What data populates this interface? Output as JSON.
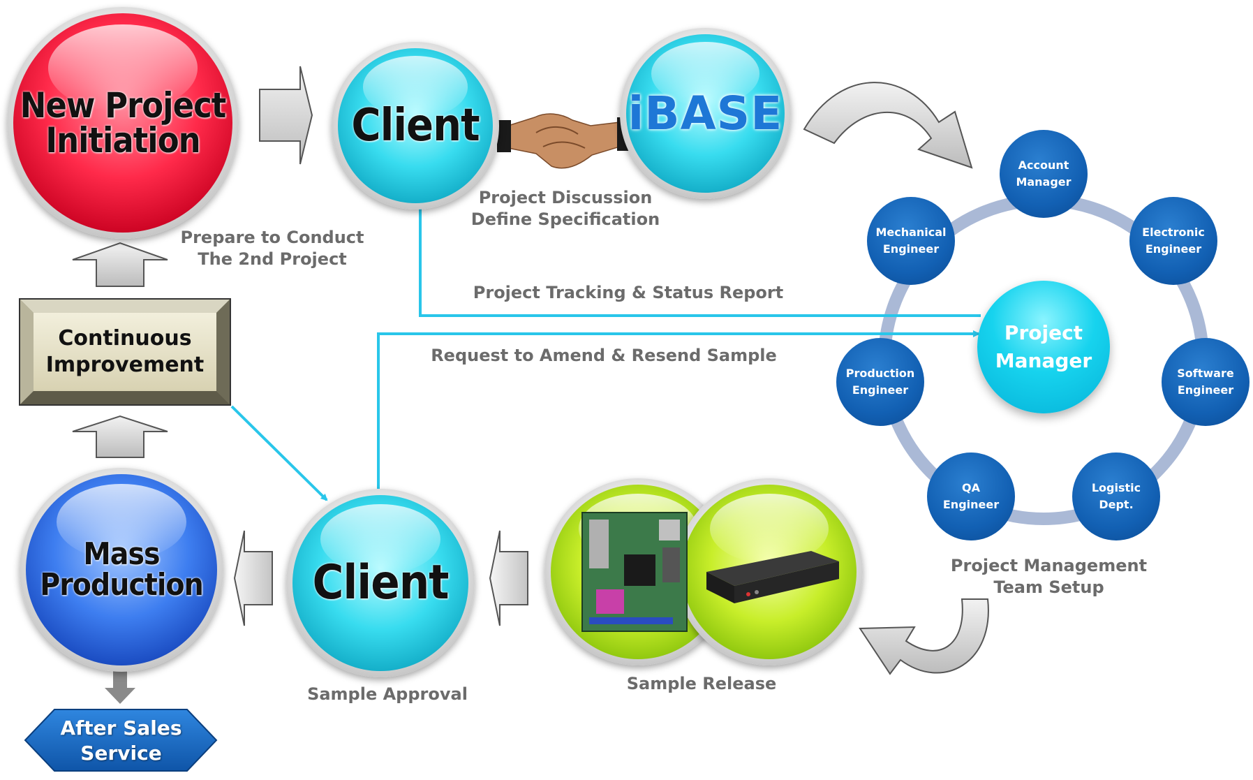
{
  "nodes": {
    "new_project": "New Project\nInitiation",
    "client_top": "Client",
    "ibase": "iBASE",
    "client_bottom": "Client",
    "mass_production": "Mass\nProduction",
    "continuous_improvement": "Continuous\nImprovement",
    "after_sales": "After Sales\nService",
    "project_manager": "Project\nManager"
  },
  "team": {
    "account_manager": "Account\nManager",
    "electronic_engineer": "Electronic\nEngineer",
    "software_engineer": "Software\nEngineer",
    "logistic_dept": "Logistic\nDept.",
    "qa_engineer": "QA\nEngineer",
    "production_engineer": "Production\nEngineer",
    "mechanical_engineer": "Mechanical\nEngineer"
  },
  "labels": {
    "project_discussion": "Project Discussion",
    "define_specification": "Define Specification",
    "prepare_line1": "Prepare to Conduct",
    "prepare_line2": "The 2nd Project",
    "tracking": "Project Tracking & Status Report",
    "amend": "Request to Amend & Resend Sample",
    "team_setup_line1": "Project Management",
    "team_setup_line2": "Team Setup",
    "sample_approval": "Sample Approval",
    "sample_release": "Sample Release"
  },
  "colors": {
    "connector": "#29c6ea",
    "label_gray": "#6b6b6b",
    "team_blue": "#1260b3",
    "ring": "#aab9d6",
    "arrow_gray": "#d4d4d4"
  },
  "icons": [
    "handshake-icon",
    "motherboard-icon",
    "embedded-pc-icon"
  ]
}
